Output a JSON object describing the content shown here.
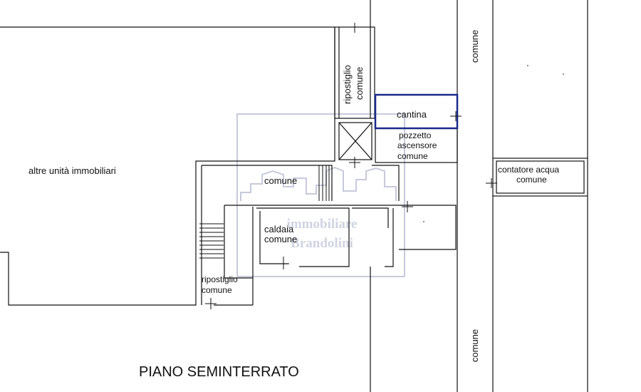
{
  "title": "PIANO SEMINTERRATO",
  "watermark": {
    "line1": "immobiliare",
    "line2": "Brandolini"
  },
  "rooms": {
    "altre_unita": "altre unità immobiliari",
    "ripostiglio_top": {
      "line1": "ripostiglio",
      "line2": "comune"
    },
    "cantina": "cantina",
    "pozzetto": {
      "line1": "pozzetto",
      "line2": "ascensore",
      "line3": "comune"
    },
    "comune_center": "comune",
    "caldaia": {
      "line1": "caldaia",
      "line2": "comune"
    },
    "ripostiglio_bottom": {
      "line1": "ripostiglio",
      "line2": "comune"
    },
    "contatore": {
      "line1": "contatore acqua",
      "line2": "comune"
    },
    "comune_street_top": "comune",
    "comune_street_bottom": "comune"
  },
  "colors": {
    "wall": "#111111",
    "highlight": "#1a2a8a",
    "watermark": "#aab0cc"
  }
}
